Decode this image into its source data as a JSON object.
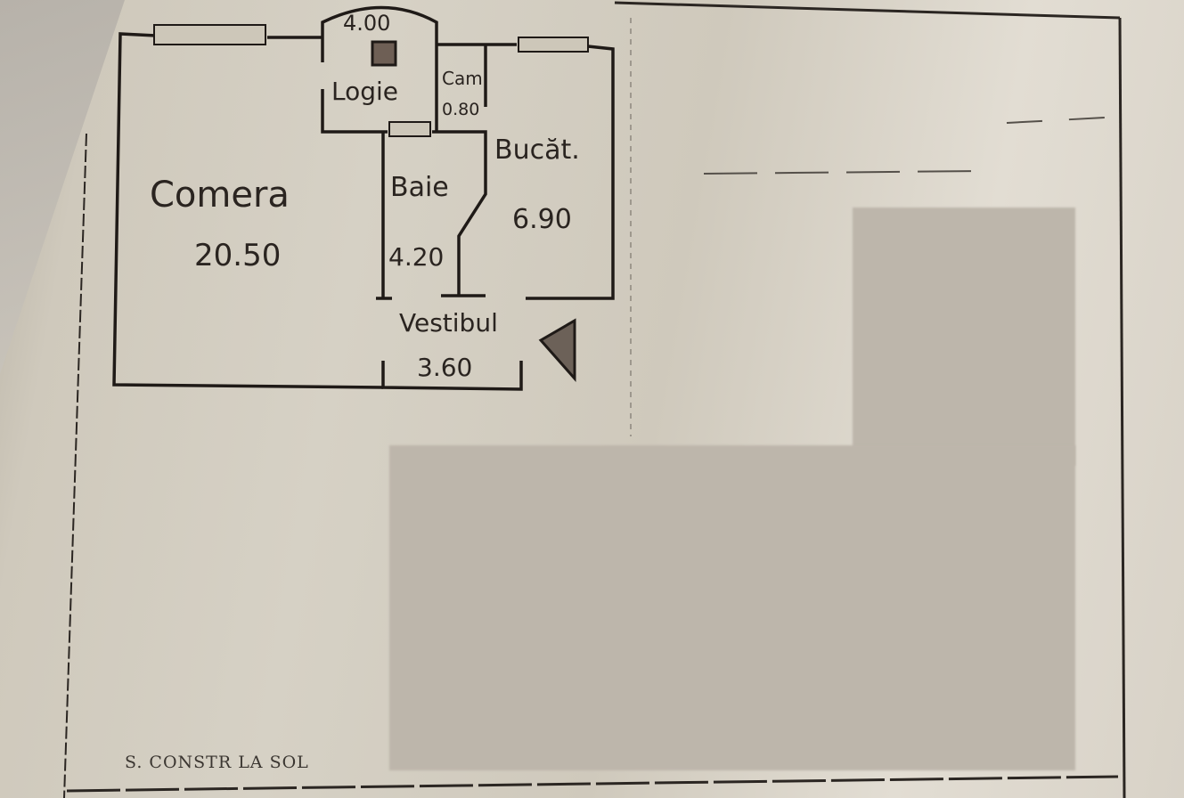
{
  "plan": {
    "rooms": [
      {
        "name": "Comera",
        "area": "20.50"
      },
      {
        "name": "Logie",
        "area": "4.00"
      },
      {
        "name": "Cam",
        "area": "0.80"
      },
      {
        "name": "Bucăt.",
        "area": "6.90"
      },
      {
        "name": "Baie",
        "area": "4.20"
      },
      {
        "name": "Vestibul",
        "area": "3.60"
      }
    ],
    "footer_label": "S. CONSTR  LA SOL"
  }
}
